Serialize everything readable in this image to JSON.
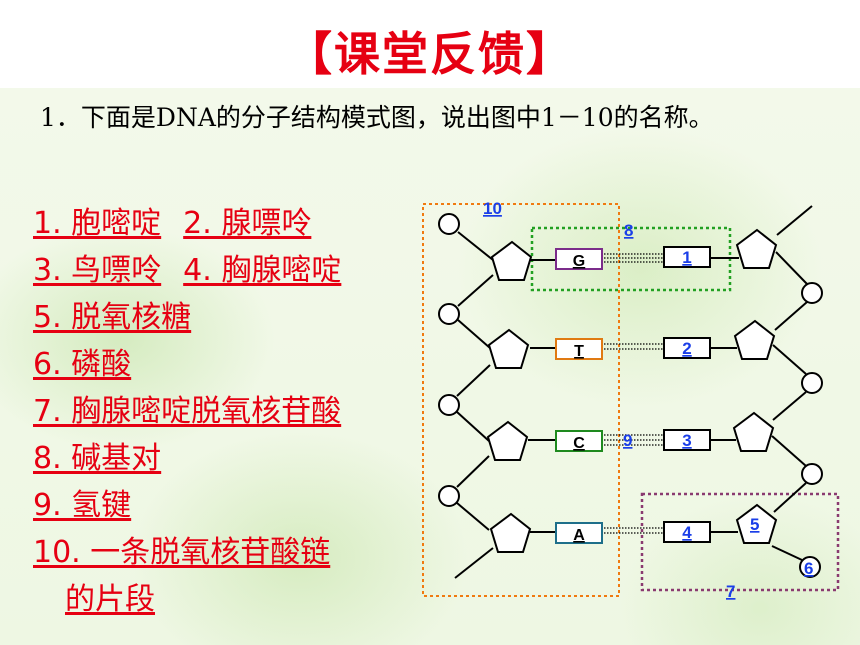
{
  "header": {
    "title": "【课堂反馈】"
  },
  "question": {
    "text": "1．下面是DNA的分子结构模式图，说出图中1－10的名称。"
  },
  "answers": {
    "a1": "1. 胞嘧啶",
    "a2": "2. 腺嘌呤",
    "a3": "3. 鸟嘌呤",
    "a4": "4. 胸腺嘧啶",
    "a5": "5. 脱氧核糖",
    "a6": "6. 磷酸",
    "a7": "7. 胸腺嘧啶脱氧核苷酸",
    "a8": "8. 碱基对",
    "a9": "9. 氢键",
    "a10_line1": "10. 一条脱氧核苷酸链",
    "a10_line2": "的片段"
  },
  "diagram": {
    "left_bases": [
      "G",
      "T",
      "C",
      "A"
    ],
    "right_numbers": [
      "1",
      "2",
      "3",
      "4"
    ],
    "callouts": {
      "n5": "5",
      "n6": "6",
      "n7": "7",
      "n8": "8",
      "n9": "9",
      "n10": "10"
    },
    "colors": {
      "box_G": "#7b2c8a",
      "box_T": "#e07a12",
      "box_C": "#1e8a1e",
      "box_A": "#1e6f8a",
      "label_blue": "#1a3ee8",
      "outline_orange": "#f07a10",
      "outline_green": "#22a022",
      "outline_purple": "#8a3a70"
    }
  }
}
